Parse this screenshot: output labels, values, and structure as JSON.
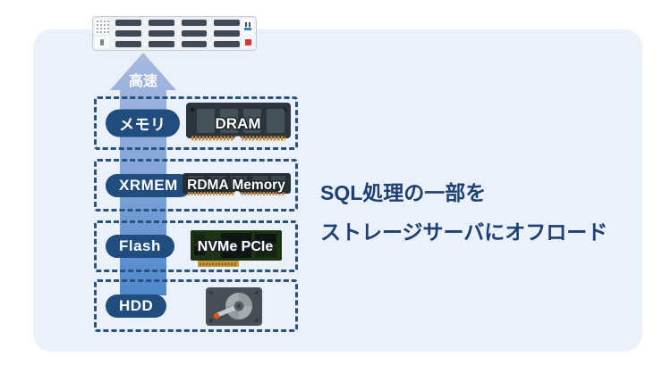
{
  "arrow": {
    "label": "高速"
  },
  "tiers": [
    {
      "label": "メモリ",
      "media": "DRAM"
    },
    {
      "label": "XRMEM",
      "media": "RDMA Memory"
    },
    {
      "label": "Flash",
      "media": "NVMe PCIe"
    },
    {
      "label": "HDD"
    }
  ],
  "headline": {
    "line1": "SQL処理の一部を",
    "line2": "ストレージサーバにオフロード"
  },
  "icons": {
    "server": "rack-server-icon",
    "arrow": "up-arrow-icon",
    "dram": "dram-module-icon",
    "rdma": "memory-module-icon",
    "nvme": "nvme-card-icon",
    "hdd": "hard-disk-icon"
  },
  "colors": {
    "panel_bg": "#ebf1fb",
    "arrow_top": "#a7b9df",
    "arrow_bottom": "#4e87cb",
    "dashed_border": "#28527f",
    "pill_bg": "#204d7d",
    "pill_text": "#ffffff",
    "headline_text": "#1d3f72",
    "server_bay": "#3f4a54",
    "led_blue": "#2e7fd0",
    "led_red": "#d6392f",
    "gold_pins": "#c8883c"
  }
}
